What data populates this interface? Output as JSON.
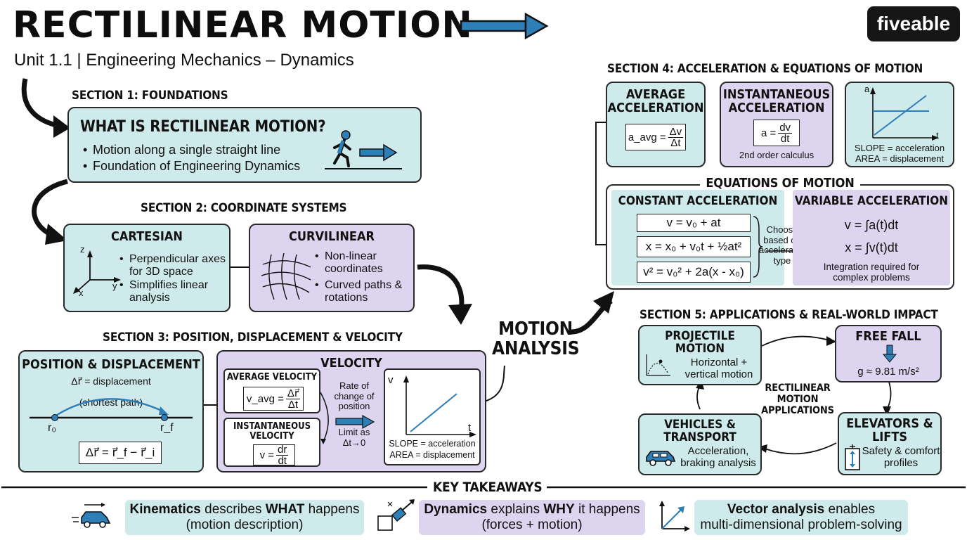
{
  "header": {
    "title": "RECTILINEAR MOTION",
    "subtitle": "Unit 1.1 | Engineering Mechanics – Dynamics",
    "logo": "fiveable"
  },
  "section1": {
    "label": "SECTION 1: FOUNDATIONS",
    "card_title": "WHAT IS RECTILINEAR MOTION?",
    "bullets": [
      "Motion along a single straight line",
      "Foundation of Engineering Dynamics"
    ]
  },
  "section2": {
    "label": "SECTION 2: COORDINATE SYSTEMS",
    "cartesian": {
      "title": "CARTESIAN",
      "bullets": [
        "Perpendicular axes for 3D space",
        "Simplifies linear analysis"
      ],
      "axes": {
        "z": "z",
        "y": "y",
        "x": "x"
      }
    },
    "curvilinear": {
      "title": "CURVILINEAR",
      "bullets": [
        "Non-linear coordinates",
        "Curved paths & rotations"
      ]
    }
  },
  "section3": {
    "label": "SECTION 3: POSITION, DISPLACEMENT & VELOCITY",
    "position": {
      "title": "POSITION & DISPLACEMENT",
      "disp_label": "Δr⃗ = displacement",
      "path_label": "(shortest path)",
      "r0": "r₀",
      "rf": "r_f",
      "eq": "Δr⃗ = r⃗_f − r⃗_i"
    },
    "velocity": {
      "title": "VELOCITY",
      "avg_title": "AVERAGE VELOCITY",
      "avg_lhs": "v_avg =",
      "avg_num": "Δr⃗",
      "avg_den": "Δt",
      "inst_title": "INSTANTANEOUS VELOCITY",
      "inst_lhs": "v =",
      "inst_num": "dr",
      "inst_den": "dt",
      "rate_label": "Rate of change of position",
      "limit_label": "Limit as Δt→0",
      "graph": {
        "y": "v",
        "x": "t",
        "slope": "SLOPE = acceleration",
        "area": "AREA = displacement"
      }
    }
  },
  "center": {
    "line1": "MOTION",
    "line2": "ANALYSIS"
  },
  "section4": {
    "label": "SECTION 4: ACCELERATION & EQUATIONS OF MOTION",
    "avg": {
      "title": "AVERAGE ACCELERATION",
      "lhs": "a_avg =",
      "num": "Δv",
      "den": "Δt"
    },
    "inst": {
      "title": "INSTANTANEOUS ACCELERATION",
      "lhs": "a =",
      "num": "dv",
      "den": "dt",
      "note": "2nd order calculus"
    },
    "graph": {
      "y": "a",
      "x": "t",
      "slope": "SLOPE = acceleration",
      "area": "AREA = displacement"
    },
    "eom": {
      "title": "EQUATIONS OF MOTION",
      "const_title": "CONSTANT ACCELERATION",
      "eq1": "v = v₀ + at",
      "eq2": "x = x₀ + v₀t + ½at²",
      "eq3": "v² = v₀² + 2a(x - x₀)",
      "choose": "Choose based on acceleration type",
      "var_title": "VARIABLE ACCELERATION",
      "var_eq1": "v = ∫a(t)dt",
      "var_eq2": "x = ∫v(t)dt",
      "var_note": "Integration required for complex problems"
    }
  },
  "section5": {
    "label": "SECTION 5: APPLICATIONS & REAL-WORLD IMPACT",
    "center_label": "RECTILINEAR MOTION APPLICATIONS",
    "projectile": {
      "title": "PROJECTILE MOTION",
      "desc": "Horizontal + vertical motion"
    },
    "freefall": {
      "title": "FREE FALL",
      "desc": "g ≈ 9.81 m/s²"
    },
    "vehicles": {
      "title": "VEHICLES & TRANSPORT",
      "desc": "Acceleration, braking analysis"
    },
    "elevators": {
      "title": "ELEVATORS & LIFTS",
      "desc": "Safety & comfort profiles"
    }
  },
  "takeaways": {
    "label": "KEY TAKEAWAYS",
    "items": [
      {
        "bold": "Kinematics",
        "text1": " describes ",
        "bold2": "WHAT",
        "text2": " happens",
        "line2": "(motion description)"
      },
      {
        "bold": "Dynamics",
        "text1": " explains ",
        "bold2": "WHY",
        "text2": " it happens",
        "line2": "(forces + motion)"
      },
      {
        "bold": "Vector analysis",
        "text1": " enables",
        "bold2": "",
        "text2": "",
        "line2": "multi-dimensional problem-solving"
      }
    ]
  },
  "colors": {
    "teal": "#cfeaea",
    "purple": "#ddd4ef",
    "accent_blue": "#2e7fb8"
  }
}
